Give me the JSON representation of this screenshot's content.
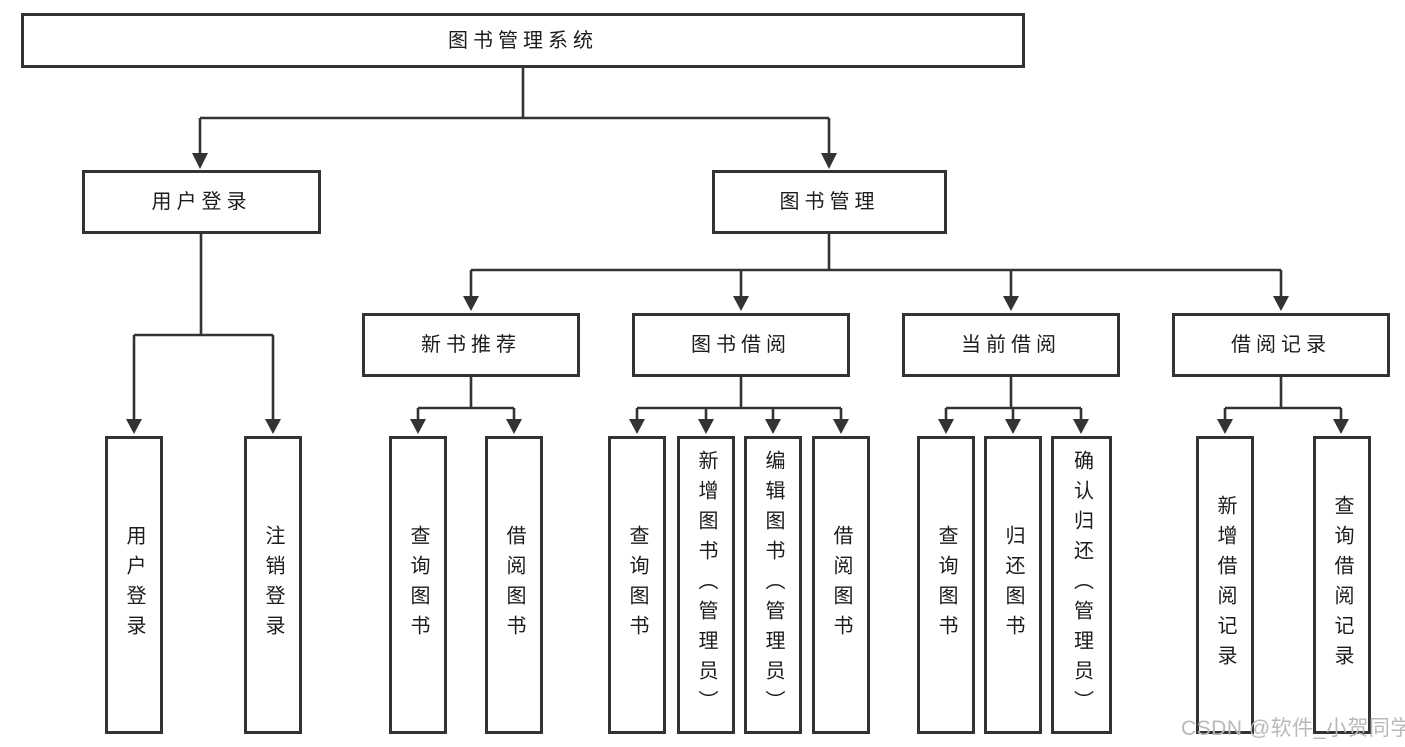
{
  "diagram": {
    "root": {
      "label": "图书管理系统"
    },
    "branches": [
      {
        "label": "用户登录",
        "children": [
          {
            "label": "用户登录"
          },
          {
            "label": "注销登录"
          }
        ]
      },
      {
        "label": "图书管理",
        "children": [
          {
            "label": "新书推荐",
            "children": [
              {
                "label": "查询图书"
              },
              {
                "label": "借阅图书"
              }
            ]
          },
          {
            "label": "图书借阅",
            "children": [
              {
                "label": "查询图书"
              },
              {
                "label": "新增图书（管理员）"
              },
              {
                "label": "编辑图书（管理员）"
              },
              {
                "label": "借阅图书"
              }
            ]
          },
          {
            "label": "当前借阅",
            "children": [
              {
                "label": "查询图书"
              },
              {
                "label": "归还图书"
              },
              {
                "label": "确认归还（管理员）"
              }
            ]
          },
          {
            "label": "借阅记录",
            "children": [
              {
                "label": "新增借阅记录"
              },
              {
                "label": "查询借阅记录"
              }
            ]
          }
        ]
      }
    ],
    "watermark": {
      "text": "CSDN @软件_小贺同学"
    },
    "colors": {
      "line": "#333333",
      "text": "#1c1c1c",
      "watermark": "#b9b9b9",
      "background": "#ffffff"
    }
  }
}
